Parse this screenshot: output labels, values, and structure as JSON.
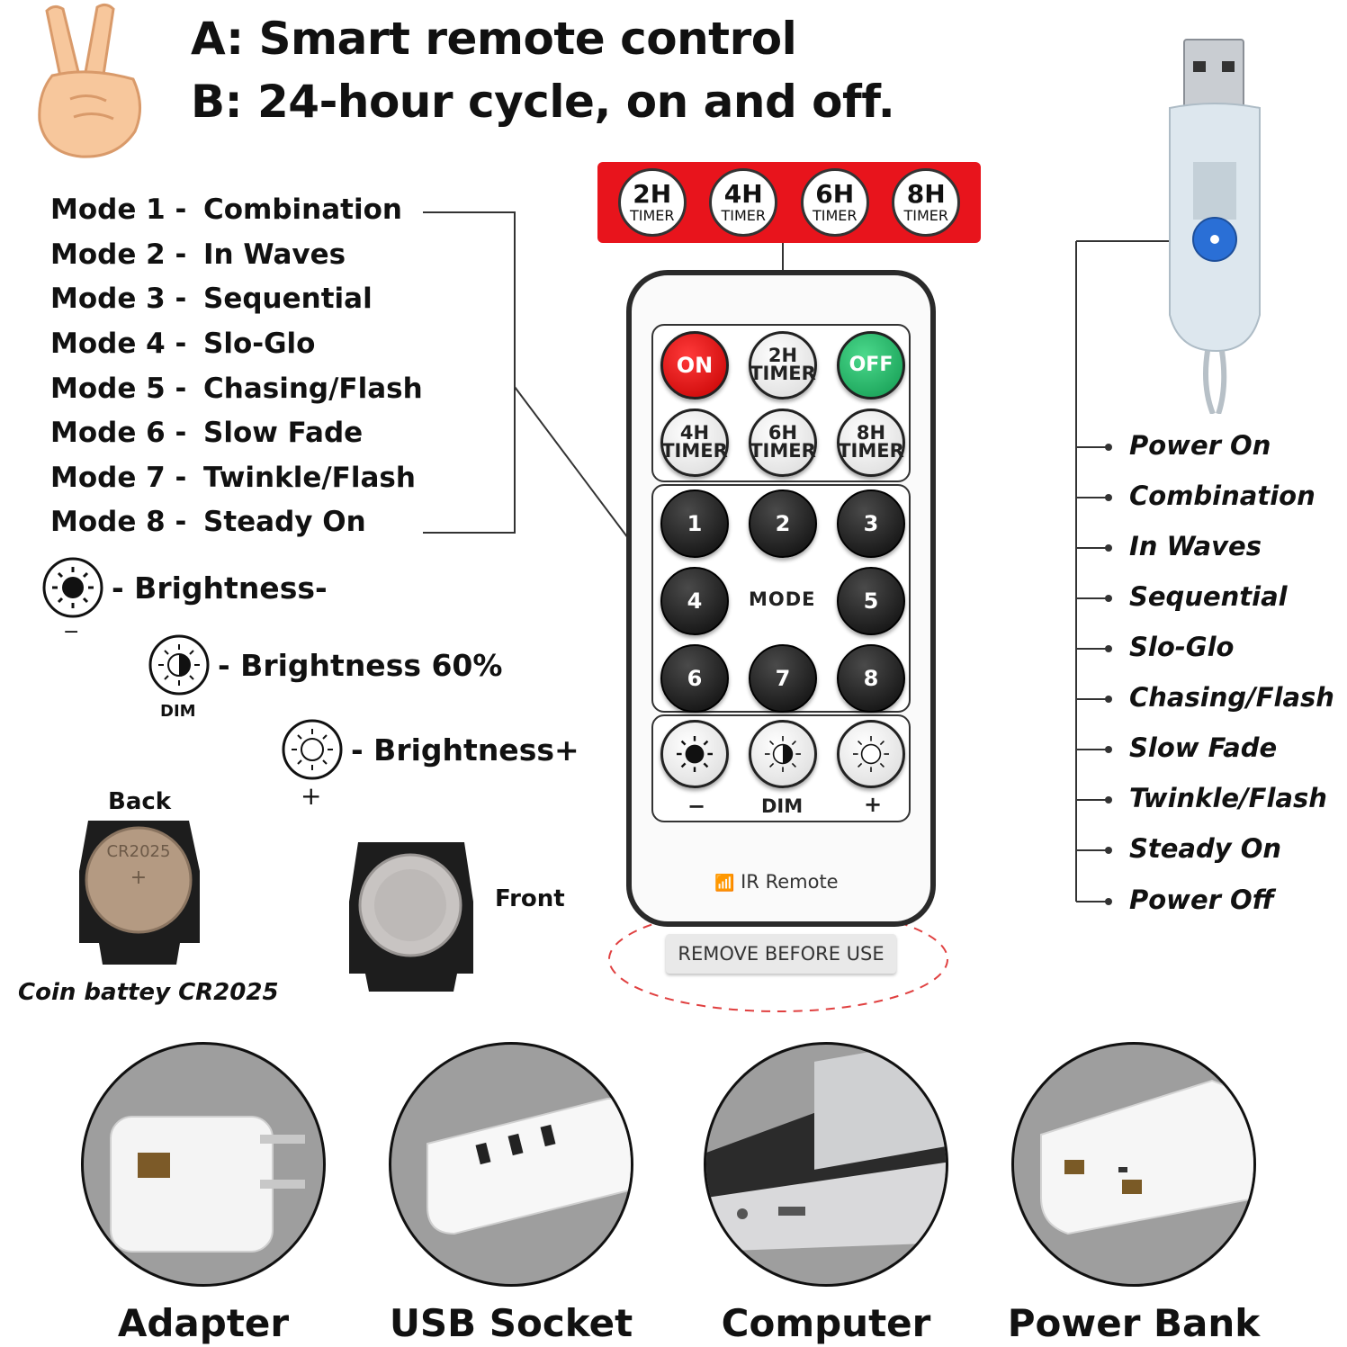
{
  "header": {
    "line_a": "A: Smart remote control",
    "line_b": "B: 24-hour cycle, on and off."
  },
  "modes": [
    {
      "num": "Mode 1 -",
      "name": "Combination"
    },
    {
      "num": "Mode 2 -",
      "name": "In Waves"
    },
    {
      "num": "Mode 3 -",
      "name": "Sequential"
    },
    {
      "num": "Mode 4 -",
      "name": "Slo-Glo"
    },
    {
      "num": "Mode 5 -",
      "name": "Chasing/Flash"
    },
    {
      "num": "Mode 6 -",
      "name": "Slow Fade"
    },
    {
      "num": "Mode 7 -",
      "name": "Twinkle/Flash"
    },
    {
      "num": "Mode 8 -",
      "name": "Steady On"
    }
  ],
  "brightness": {
    "minus_label": "- Brightness-",
    "minus_sign": "−",
    "dim_label": "- Brightness 60%",
    "dim_caption": "DIM",
    "plus_label": "- Brightness+",
    "plus_sign": "+"
  },
  "battery": {
    "back_label": "Back",
    "front_label": "Front",
    "caption": "Coin battey CR2025",
    "coin_text": "CR2025"
  },
  "timer_bar": [
    {
      "h": "2H",
      "t": "TIMER"
    },
    {
      "h": "4H",
      "t": "TIMER"
    },
    {
      "h": "6H",
      "t": "TIMER"
    },
    {
      "h": "8H",
      "t": "TIMER"
    }
  ],
  "remote": {
    "on": "ON",
    "off": "OFF",
    "timer_2h": "2H",
    "timer_4h": "4H",
    "timer_6h": "6H",
    "timer_8h": "8H",
    "timer_word": "TIMER",
    "keys": [
      "1",
      "2",
      "3",
      "4",
      "5",
      "6",
      "7",
      "8"
    ],
    "mode_word": "MODE",
    "minus": "−",
    "dim": "DIM",
    "plus": "+",
    "ir_label": "IR Remote",
    "remove_tag": "REMOVE BEFORE USE"
  },
  "usb_sequence": [
    "Power On",
    "Combination",
    "In Waves",
    "Sequential",
    "Slo-Glo",
    "Chasing/Flash",
    "Slow Fade",
    "Twinkle/Flash",
    "Steady On",
    "Power Off"
  ],
  "power_sources": [
    {
      "label": "Adapter"
    },
    {
      "label": "USB Socket"
    },
    {
      "label": "Computer"
    },
    {
      "label": "Power Bank"
    }
  ],
  "colors": {
    "timer_red": "#e8141c",
    "on_red": "#d60000",
    "off_green": "#1fae5f",
    "usb_button_blue": "#2a6fd6"
  }
}
